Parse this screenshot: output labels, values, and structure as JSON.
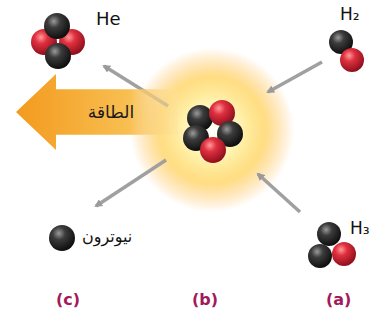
{
  "diagram": {
    "nodes": [
      {
        "text": [
          "الطاقة"
        ]
      }
    ],
    "labels": [
      "He",
      "H₂",
      "H₃",
      "نيوترون",
      "(c)",
      "(b)",
      "(a)"
    ]
  }
}
